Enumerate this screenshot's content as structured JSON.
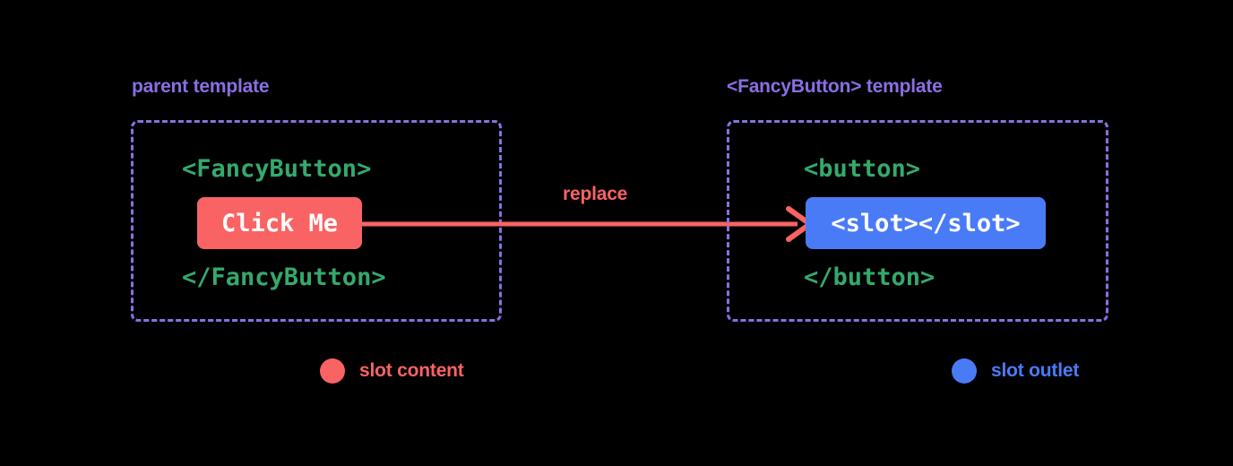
{
  "theme": {
    "background": "#000000",
    "accent_purple": "#8b6fe2",
    "code_green": "#35a96c",
    "slot_content_red": "#fa6363",
    "slot_outlet_blue": "#4a7bf7",
    "chip_text": "#ffffff"
  },
  "panels": {
    "left": {
      "title": "parent template",
      "code_open": "<FancyButton>",
      "code_close": "</FancyButton>",
      "chip_label": "Click Me"
    },
    "right": {
      "title": "<FancyButton> template",
      "code_open": "<button>",
      "code_close": "</button>",
      "chip_label": "<slot></slot>"
    }
  },
  "arrow": {
    "label": "replace",
    "color": "#fa6363",
    "direction": "left-to-right"
  },
  "legend": [
    {
      "label": "slot content",
      "color": "#fa6363",
      "dot": "filled-circle"
    },
    {
      "label": "slot outlet",
      "color": "#4a7bf7",
      "dot": "filled-circle"
    }
  ]
}
